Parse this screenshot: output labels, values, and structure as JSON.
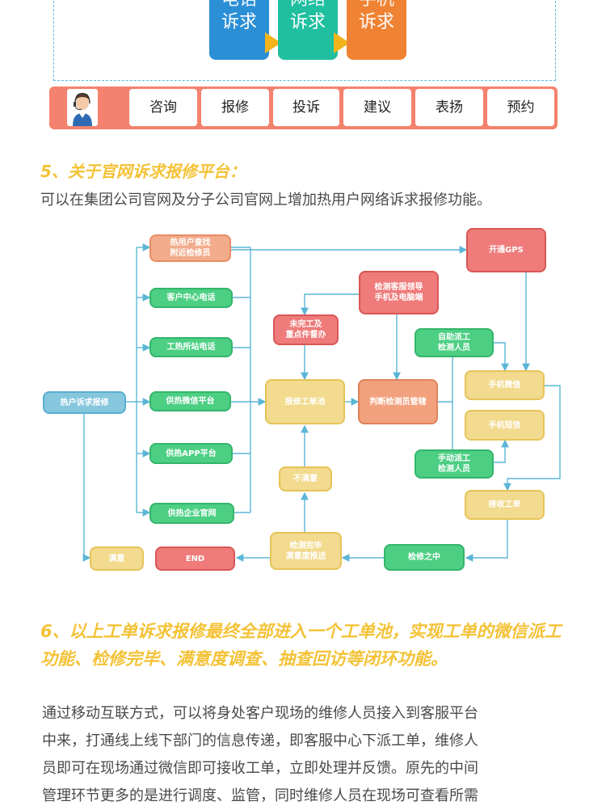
{
  "channels": [
    {
      "top": "电话",
      "bottom": "诉求",
      "color": "#2b8fd6"
    },
    {
      "top": "网络",
      "bottom": "诉求",
      "color": "#1fbfa0"
    },
    {
      "top": "手机",
      "bottom": "诉求",
      "color": "#f08234"
    }
  ],
  "service_bar": {
    "buttons": [
      "咨询",
      "报修",
      "投诉",
      "建议",
      "表扬",
      "预约"
    ]
  },
  "section5": {
    "heading": "5、关于官网诉求报修平台：",
    "text": "可以在集团公司官网及分子公司官网上增加热用户网络诉求报修功能。"
  },
  "flow": {
    "nodes": {
      "start": "热户诉求报修",
      "find_nearby": "热用户查找\n附近检修员",
      "customer_center": "客户中心电话",
      "station_phone": "工热所站电话",
      "wechat_platform": "供热微信平台",
      "app_platform": "供热APP平台",
      "website": "供热企业官网",
      "order_pool": "报修工单池",
      "unfinished": "未完工及\n重点件督办",
      "leader": "检测客服领导\n手机及电脑端",
      "judge": "判断检测员管辖",
      "gps": "开通GPS",
      "auto_dispatch": "自助派工\n检测人员",
      "manual_dispatch": "手动派工\n检测人员",
      "phone_wechat": "手机微信",
      "phone_sms": "手机短信",
      "receive": "接收工单",
      "in_repair": "检修之中",
      "complete_push": "检测完毕\n满意度推送",
      "unsatisfied": "不满意",
      "satisfied": "满意",
      "end": "END"
    }
  },
  "section6": {
    "heading": " 6、以上工单诉求报修最终全部进入一个工单池，实现工单的微信派工功能、检修完毕、满意度调查、抽查回访等闭环功能。",
    "lines": [
      "通过移动互联方式，可以将身处客户现场的维修人员接入到客服平台",
      "中来，打通线上线下部门的信息传递，即客服中心下派工单，维修人",
      "员即可在现场通过微信即可接收工单，立即处理并反馈。原先的中间",
      "管理环节更多的是进行调度、监管，同时维修人员在现场可查看所需"
    ]
  },
  "colors": {
    "heading": "#f4c236",
    "line": "#5bb6d6",
    "service_bar": "#f4826e"
  }
}
